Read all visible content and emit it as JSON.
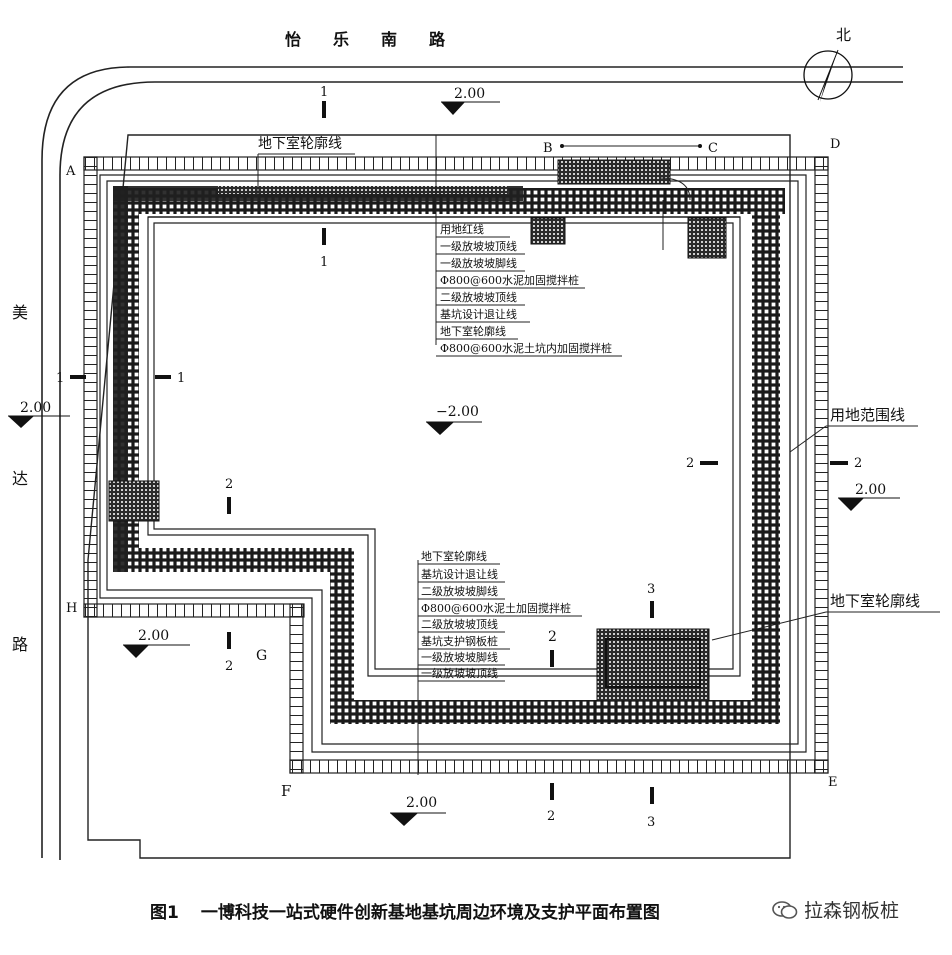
{
  "streets": {
    "north": "怡　　乐　　南　　路",
    "west_1": "美",
    "west_2": "达",
    "west_3": "路"
  },
  "compass_label": "北",
  "corners": {
    "A": "A",
    "B": "B",
    "C": "C",
    "D": "D",
    "E": "E",
    "F": "F",
    "G": "G",
    "H": "H"
  },
  "elevations": {
    "top": "2.00",
    "left": "2.00",
    "center": "−2.00",
    "right": "2.00",
    "bottom_left": "2.00",
    "bottom": "2.00"
  },
  "sections": {
    "s1_top": "1",
    "s1_top_lower": "1",
    "s1_left": "1",
    "s1_left_inner": "1",
    "s2_left_upper": "2",
    "s2_left_lower": "2",
    "s2_right": "2",
    "s2_right_outer": "2",
    "s2_mid": "2",
    "s2_bottom": "2",
    "s3_top": "3",
    "s3_bottom": "3"
  },
  "callouts": {
    "basement_outline_top": "地下室轮廓线",
    "site_boundary": "用地范围线",
    "basement_outline_right": "地下室轮廓线"
  },
  "legend_top": [
    "用地红线",
    "一级放坡坡顶线",
    "一级放坡坡脚线",
    "Φ800@600水泥加固搅拌桩",
    "二级放坡坡顶线",
    "基坑设计退让线",
    "地下室轮廓线",
    "Φ800@600水泥土坑内加固搅拌桩"
  ],
  "legend_bottom": [
    "地下室轮廓线",
    "基坑设计退让线",
    "二级放坡坡脚线",
    "Φ800@600水泥土加固搅拌桩",
    "二级放坡坡顶线",
    "基坑支护钢板桩",
    "一级放坡坡脚线",
    "一级放坡坡顶线"
  ],
  "caption": {
    "number": "图1",
    "text": "一博科技一站式硬件创新基地基坑周边环境及支护平面布置图"
  },
  "watermark": "拉森钢板桩"
}
